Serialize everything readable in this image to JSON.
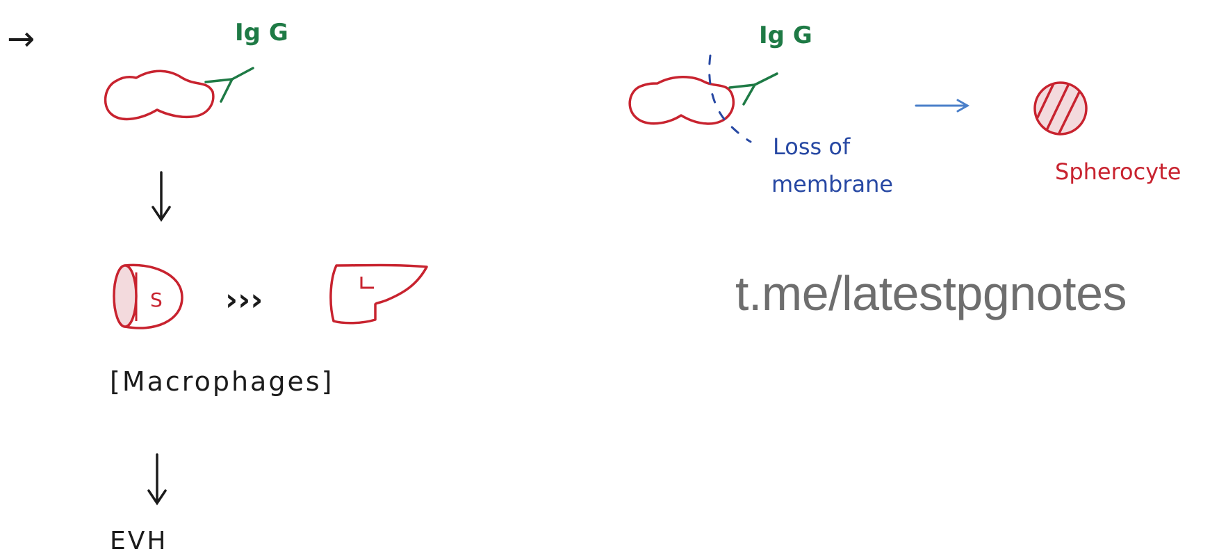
{
  "colors": {
    "red": "#c8232f",
    "green": "#1e7a45",
    "blue": "#2748a3",
    "arrow_blue": "#4a7fc9",
    "black": "#1b1b1b",
    "watermark": "#6e6e6e",
    "organ_fill": "#f3dadd"
  },
  "left": {
    "lead_arrow": "→",
    "igg_label": "Ig G",
    "spleen_letter": "S",
    "greater_than": "›››",
    "liver_letter": "L",
    "macrophages_label": "[Macrophages]",
    "evh_label": "EVH"
  },
  "right": {
    "igg_label": "Ig G",
    "loss_line1": "Loss of",
    "loss_line2": "membrane",
    "spherocyte_label": "Spherocyte"
  },
  "watermark": "t.me/latestpgnotes",
  "icons": {
    "rbc_left": "biconcave-rbc-icon",
    "rbc_right": "biconcave-rbc-icon",
    "antibody": "y-antibody-icon",
    "spleen": "spleen-icon",
    "liver": "liver-icon",
    "spherocyte": "hatched-circle-icon"
  }
}
